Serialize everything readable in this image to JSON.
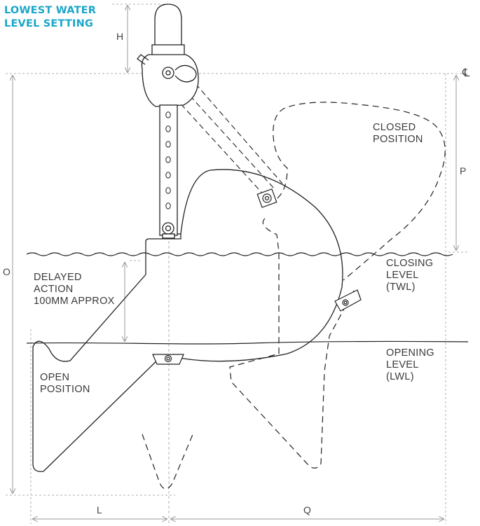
{
  "heading": {
    "line1": "LOWEST WATER",
    "line2": "LEVEL SETTING"
  },
  "labels": {
    "closed_position": [
      "CLOSED",
      "POSITION"
    ],
    "closing_level": [
      "CLOSING",
      "LEVEL",
      "(TWL)"
    ],
    "delayed_action": [
      "DELAYED",
      "ACTION",
      "100MM APPROX"
    ],
    "opening_level": [
      "OPENING",
      "LEVEL",
      "(LWL)"
    ],
    "open_position": [
      "OPEN",
      "POSITION"
    ]
  },
  "dimensions": {
    "H": "H",
    "P": "P",
    "O": "O",
    "L": "L",
    "Q": "Q",
    "centerline": "℄"
  },
  "colors": {
    "heading": "#1aa6c8",
    "line": "#222222",
    "dim": "#9a9a9a"
  }
}
